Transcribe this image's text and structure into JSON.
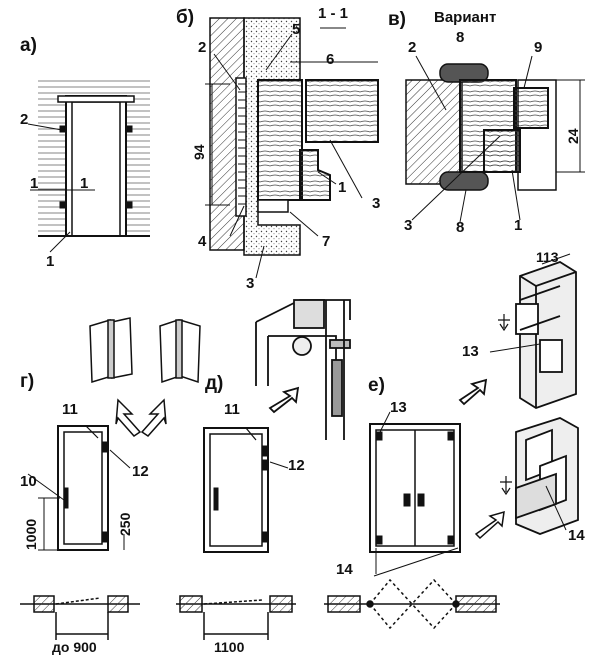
{
  "panels": {
    "a": "а)",
    "b": "б)",
    "v": "в)",
    "g": "г)",
    "d": "д)",
    "e": "е)"
  },
  "section_mark": "1 - 1",
  "variant_label": "Вариант",
  "callouts": {
    "a_2": "2",
    "a_1_left": "1",
    "a_1_right": "1",
    "a_1_bottom": "1",
    "b_2": "2",
    "b_5": "5",
    "b_6": "6",
    "b_1": "1",
    "b_3_right": "3",
    "b_4": "4",
    "b_7": "7",
    "b_3_bottom": "3",
    "v_2": "2",
    "v_8_top": "8",
    "v_9": "9",
    "v_3": "3",
    "v_8_bottom": "8",
    "v_1": "1",
    "g_11": "11",
    "g_12": "12",
    "g_10": "10",
    "d_11": "11",
    "d_12": "12",
    "e_13": "13",
    "e_14": "14",
    "iso_13": "13",
    "iso_14": "14"
  },
  "dimensions": {
    "b_94": "94",
    "v_24": "24",
    "g_1000": "1000",
    "g_250": "250",
    "g_width": "до 900",
    "d_width": "1100",
    "iso_113": "113"
  }
}
